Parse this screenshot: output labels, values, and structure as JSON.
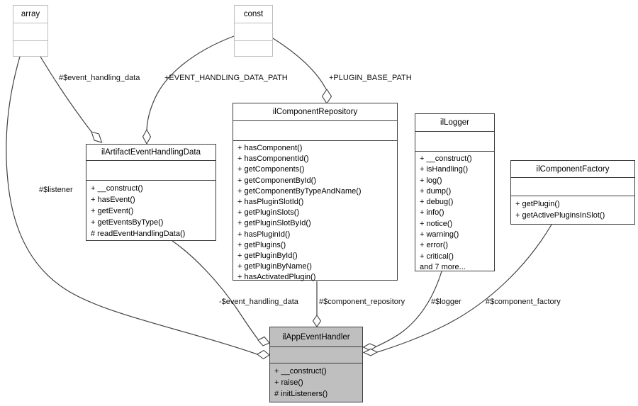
{
  "diagram": {
    "type": "uml-collaboration-diagram",
    "colors": {
      "background": "#ffffff",
      "node_border": "#3c3c3c",
      "external_node_border": "#bdbdbd",
      "node_fill": "#ffffff",
      "highlighted_node_fill": "#bfbfbf",
      "edge": "#404040",
      "text": "#000000"
    },
    "nodes": {
      "array": {
        "title": "array"
      },
      "const": {
        "title": "const"
      },
      "artifact": {
        "title": "ilArtifactEventHandlingData",
        "methods": [
          "+ __construct()",
          "+ hasEvent()",
          "+ getEvent()",
          "+ getEventsByType()",
          "# readEventHandlingData()"
        ]
      },
      "repository": {
        "title": "ilComponentRepository",
        "methods": [
          "+ hasComponent()",
          "+ hasComponentId()",
          "+ getComponents()",
          "+ getComponentById()",
          "+ getComponentByTypeAndName()",
          "+ hasPluginSlotId()",
          "+ getPluginSlots()",
          "+ getPluginSlotById()",
          "+ hasPluginId()",
          "+ getPlugins()",
          "+ getPluginById()",
          "+ getPluginByName()",
          "+ hasActivatedPlugin()"
        ]
      },
      "logger": {
        "title": "ilLogger",
        "methods": [
          "+ __construct()",
          "+ isHandling()",
          "+ log()",
          "+ dump()",
          "+ debug()",
          "+ info()",
          "+ notice()",
          "+ warning()",
          "+ error()",
          "+ critical()",
          "and 7 more..."
        ]
      },
      "factory": {
        "title": "ilComponentFactory",
        "methods": [
          "+ getPlugin()",
          "+ getActivePluginsInSlot()"
        ]
      },
      "handler": {
        "title": "ilAppEventHandler",
        "methods": [
          "+ __construct()",
          "+ raise()",
          "# initListeners()"
        ]
      }
    },
    "edge_labels": {
      "listener": "#$listener",
      "event_handling_data": "#$event_handling_data",
      "event_handling_data_path": "+EVENT_HANDLING_DATA_PATH",
      "plugin_base_path": "+PLUGIN_BASE_PATH",
      "event_handling_data_member": "-$event_handling_data",
      "component_repository": "#$component_repository",
      "logger": "#$logger",
      "component_factory": "#$component_factory"
    }
  }
}
